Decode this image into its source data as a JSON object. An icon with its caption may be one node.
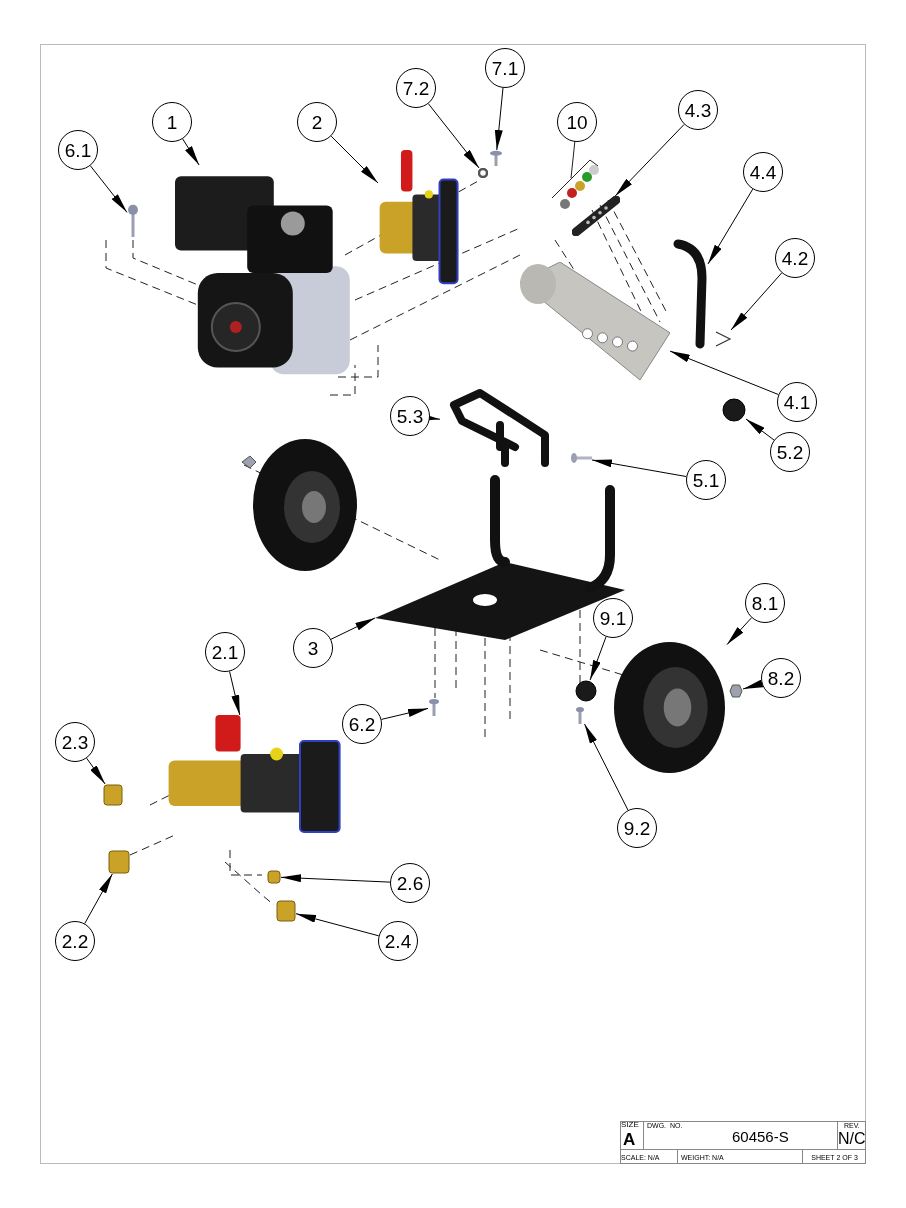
{
  "diagram": {
    "nodes": [
      {
        "text": [
          "7.1"
        ]
      },
      {
        "text": [
          "7.2"
        ]
      },
      {
        "text": [
          "1"
        ]
      },
      {
        "text": [
          "2"
        ]
      },
      {
        "text": [
          "10"
        ]
      },
      {
        "text": [
          "4.3"
        ]
      },
      {
        "text": [
          "6.1"
        ]
      },
      {
        "text": [
          "4.4"
        ]
      },
      {
        "text": [
          "4.2"
        ]
      },
      {
        "text": [
          "4.1"
        ]
      },
      {
        "text": [
          "5.3"
        ]
      },
      {
        "text": [
          "5.2"
        ]
      },
      {
        "text": [
          "5.1"
        ]
      },
      {
        "text": [
          "3"
        ]
      },
      {
        "text": [
          "8.1"
        ]
      },
      {
        "text": [
          "2.1"
        ]
      },
      {
        "text": [
          "9.1"
        ]
      },
      {
        "text": [
          "8.2"
        ]
      },
      {
        "text": [
          "6.2"
        ]
      },
      {
        "text": [
          "2.3"
        ]
      },
      {
        "text": [
          "9.2"
        ]
      },
      {
        "text": [
          "2.6"
        ]
      },
      {
        "text": [
          "2.2"
        ]
      },
      {
        "text": [
          "2.4"
        ]
      },
      {
        "text": [],
        "shape": "picture"
      },
      {
        "text": [],
        "shape": "circle"
      },
      {
        "text": [],
        "shape": "picture"
      },
      {
        "text": [],
        "shape": "picture"
      },
      {
        "text": [],
        "shape": "picture"
      },
      {
        "text": [],
        "shape": "picture"
      },
      {
        "text": [],
        "shape": "picture"
      },
      {
        "text": [],
        "shape": "picture"
      },
      {
        "text": [],
        "shape": "picture"
      },
      {
        "text": [],
        "shape": "picture"
      },
      {
        "text": [],
        "shape": "circle"
      },
      {
        "text": [],
        "shape": "picture"
      },
      {
        "text": [],
        "shape": "picture"
      },
      {
        "text": [],
        "shape": "picture"
      },
      {
        "text": [],
        "shape": "hexagon"
      },
      {
        "text": [],
        "shape": "circle"
      },
      {
        "text": [],
        "shape": "picture"
      },
      {
        "text": [],
        "shape": "picture"
      },
      {
        "text": [],
        "shape": "picture"
      },
      {
        "text": [],
        "shape": "box"
      },
      {
        "text": [],
        "shape": "box"
      },
      {
        "text": [],
        "shape": "box"
      },
      {
        "text": [],
        "shape": "box"
      }
    ],
    "edges": [
      {
        "from": 0,
        "to": 24,
        "arrow": "to"
      },
      {
        "from": 1,
        "to": 25,
        "arrow": "to"
      },
      {
        "from": 2,
        "to": 26,
        "arrow": "to"
      },
      {
        "from": 3,
        "to": 27,
        "arrow": "to"
      },
      {
        "from": 5,
        "to": 28,
        "arrow": "to"
      },
      {
        "from": 6,
        "to": 29,
        "arrow": "to"
      },
      {
        "from": 7,
        "to": 30,
        "arrow": "to"
      },
      {
        "from": 8,
        "to": 31,
        "arrow": "to"
      },
      {
        "from": 9,
        "to": 32,
        "arrow": "to"
      },
      {
        "from": 10,
        "to": 33,
        "arrow": "to"
      },
      {
        "from": 11,
        "to": 34,
        "arrow": "to"
      },
      {
        "from": 12,
        "to": 35,
        "arrow": "to"
      },
      {
        "from": 13,
        "to": 36,
        "arrow": "to"
      },
      {
        "from": 14,
        "to": 37,
        "arrow": "to"
      },
      {
        "from": 15,
        "to": 42,
        "arrow": "to"
      },
      {
        "from": 16,
        "to": 39,
        "arrow": "to"
      },
      {
        "from": 17,
        "to": 38,
        "arrow": "to"
      },
      {
        "from": 18,
        "to": 41,
        "arrow": "to"
      },
      {
        "from": 19,
        "to": 43,
        "arrow": "to"
      },
      {
        "from": 20,
        "to": 40,
        "arrow": "to"
      },
      {
        "from": 21,
        "to": 45,
        "arrow": "to"
      },
      {
        "from": 22,
        "to": 44,
        "arrow": "to"
      },
      {
        "from": 23,
        "to": 46,
        "arrow": "to"
      }
    ],
    "labels": [
      "SIZE",
      "A",
      "DWG.  NO.",
      "60456-S",
      "REV.",
      "N/C",
      "SCALE: N/A",
      "WEIGHT: N/A",
      "SHEET 2 OF 3"
    ]
  }
}
